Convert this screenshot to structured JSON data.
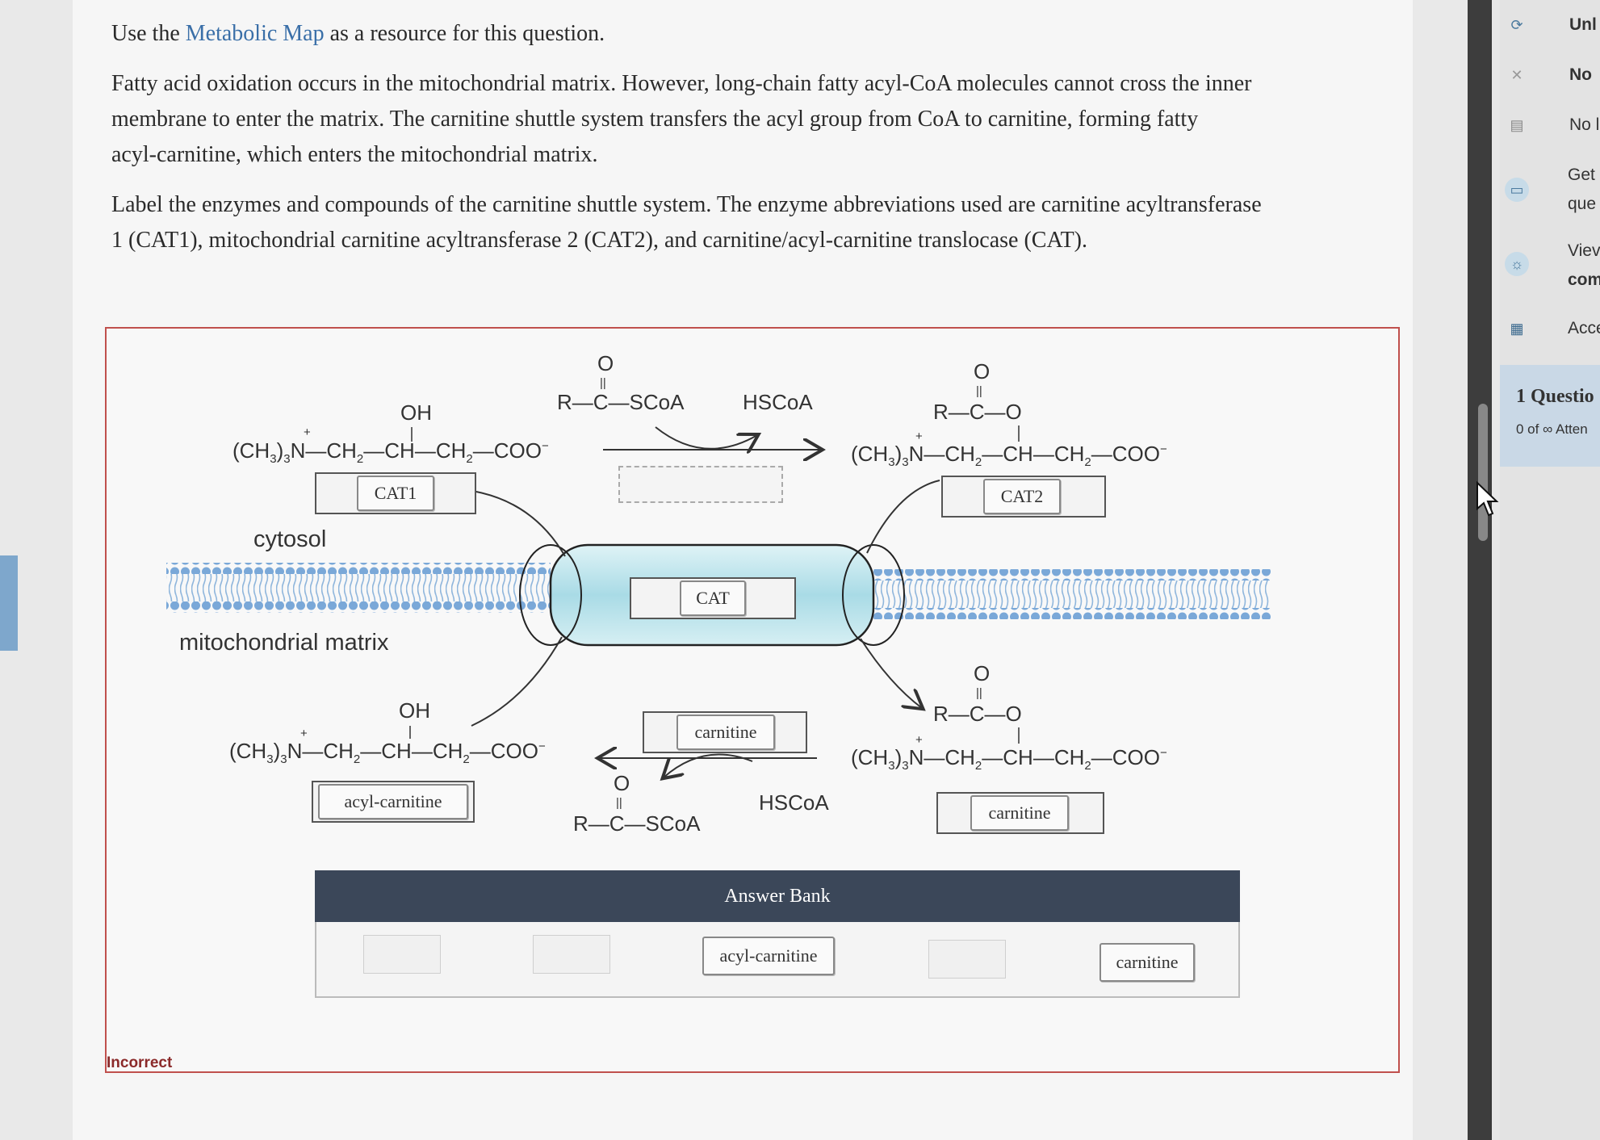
{
  "question": {
    "intro_prefix": "Use the ",
    "intro_link": "Metabolic Map",
    "intro_suffix": " as a resource for this question.",
    "para1_line1": "Fatty acid oxidation occurs in the mitochondrial matrix. However, long-chain fatty acyl-CoA molecules cannot cross the inner",
    "para1_line2": "membrane to enter the matrix. The carnitine shuttle system transfers the acyl group from CoA to carnitine, forming fatty",
    "para1_line3": "acyl-carnitine, which enters the mitochondrial matrix.",
    "para2_line1": "Label the enzymes and compounds of the carnitine shuttle system. The enzyme abbreviations used are carnitine acyltransferase",
    "para2_line2": "1 (CAT1), mitochondrial carnitine acyltransferase 2 (CAT2), and carnitine/acyl-carnitine translocase (CAT)."
  },
  "diagram": {
    "region_cytosol": "cytosol",
    "region_matrix": "mitochondrial matrix",
    "chem": {
      "oh": "OH",
      "plus": "+",
      "carnitine_a": "(CH",
      "carnitine_b": "3",
      "carnitine_c": ")",
      "carnitine_d": "3",
      "carnitine_e": "N—CH",
      "carnitine_f": "2",
      "carnitine_g": "—CH—CH",
      "carnitine_h": "2",
      "carnitine_i": "—COO",
      "minus": "−",
      "acyl_scoa": "R—C—SCoA",
      "acyl_o": "R—C—O",
      "o_atom": "O",
      "dbl": "||",
      "single": "|",
      "hscoa": "HSCoA"
    },
    "placed_labels": {
      "cat1": "CAT1",
      "cat2": "CAT2",
      "cat": "CAT",
      "carnitine_matrix_top": "carnitine",
      "acyl_carnitine_matrix": "acyl-carnitine",
      "carnitine_matrix_right": "carnitine"
    }
  },
  "answer_bank": {
    "title": "Answer Bank",
    "items": [
      "acyl-carnitine",
      "carnitine"
    ]
  },
  "status": "Incorrect",
  "sidebar": {
    "items": [
      {
        "icon": "refresh-icon",
        "text": "Unl"
      },
      {
        "icon": "close-icon",
        "text": "No"
      },
      {
        "icon": "calendar-icon",
        "text": "No l"
      },
      {
        "icon": "chat-icon",
        "text": "Get"
      },
      {
        "icon": "chat-icon",
        "text": "que"
      },
      {
        "icon": "lightbulb-icon",
        "text": "Viev"
      },
      {
        "icon": "lightbulb-icon",
        "text": "com"
      },
      {
        "icon": "calculator-icon",
        "text": "Acce"
      }
    ],
    "question_count": "1 Questio",
    "attempts": "0 of ∞ Atten"
  },
  "colors": {
    "accent_link": "#3a6fa8",
    "error_border": "#c0504d",
    "bank_header": "#3b4759",
    "membrane_blue": "#7aa8d8",
    "channel_fill": "#bfe6ee"
  }
}
